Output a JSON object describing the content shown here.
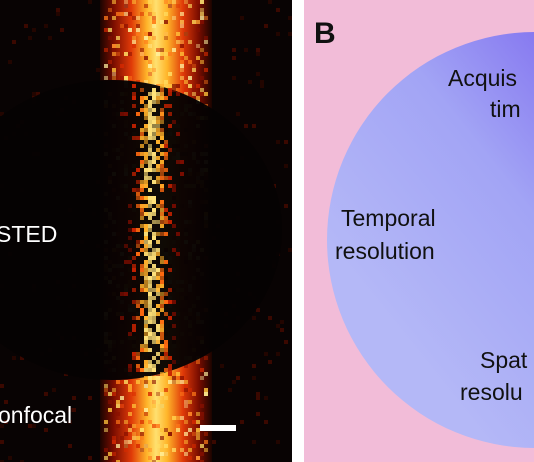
{
  "panel_a": {
    "labels": {
      "sted": "STED",
      "confocal": "onfocal"
    },
    "colors": {
      "background": "#080303",
      "stripe_core": "#ffd760",
      "stripe_hot": "#ff4a12",
      "stripe_glow": "#b51a00",
      "dim_region": "#050202",
      "scale_bar": "#ffffff"
    }
  },
  "panel_b": {
    "panel_label": "B",
    "labels": {
      "acquisition_line1": "Acquis",
      "acquisition_line2": "tim",
      "temporal_line1": "Temporal",
      "temporal_line2": "resolution",
      "spatial_line1": "Spat",
      "spatial_line2": "resolu"
    },
    "colors": {
      "background": "#f2bcd8",
      "circle_light": "#aab0f6",
      "circle_mid": "#8e8cf2",
      "circle_dark": "#5b44ea",
      "text": "#111111"
    }
  }
}
